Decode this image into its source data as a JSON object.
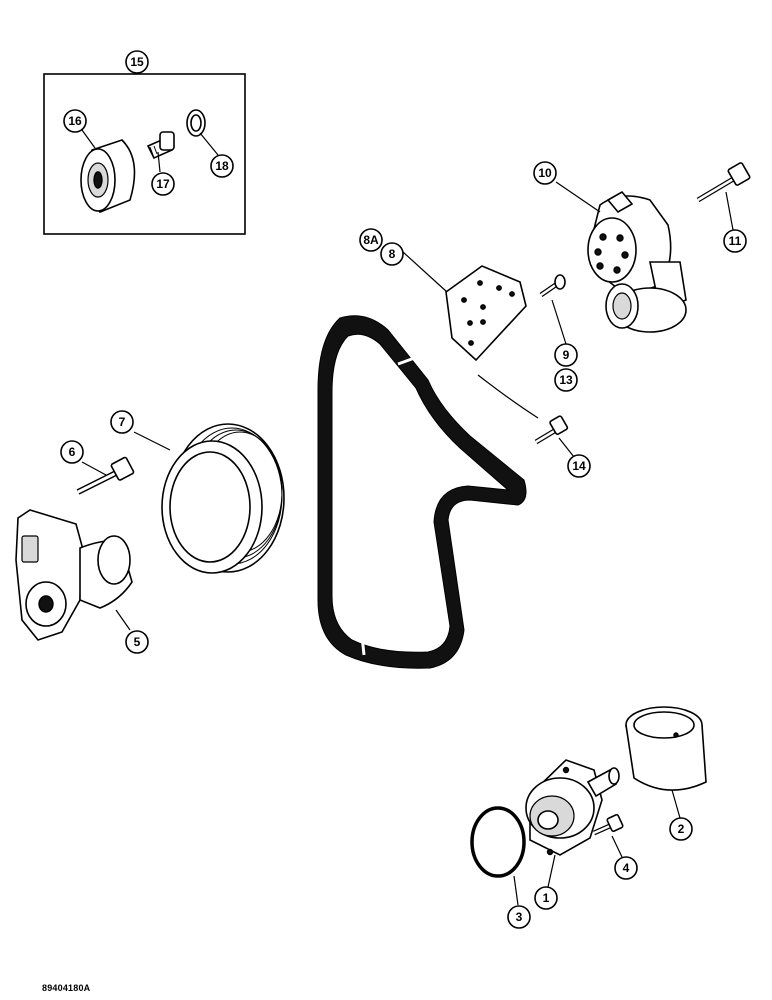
{
  "drawing_id": "89404180A",
  "callouts": {
    "c15": "15",
    "c16": "16",
    "c17": "17",
    "c18": "18",
    "c10": "10",
    "c11": "11",
    "c8a": "8A",
    "c8": "8",
    "c9": "9",
    "c13": "13",
    "c14": "14",
    "c7": "7",
    "c6": "6",
    "c5": "5",
    "c1": "1",
    "c2": "2",
    "c3": "3",
    "c4": "4"
  }
}
